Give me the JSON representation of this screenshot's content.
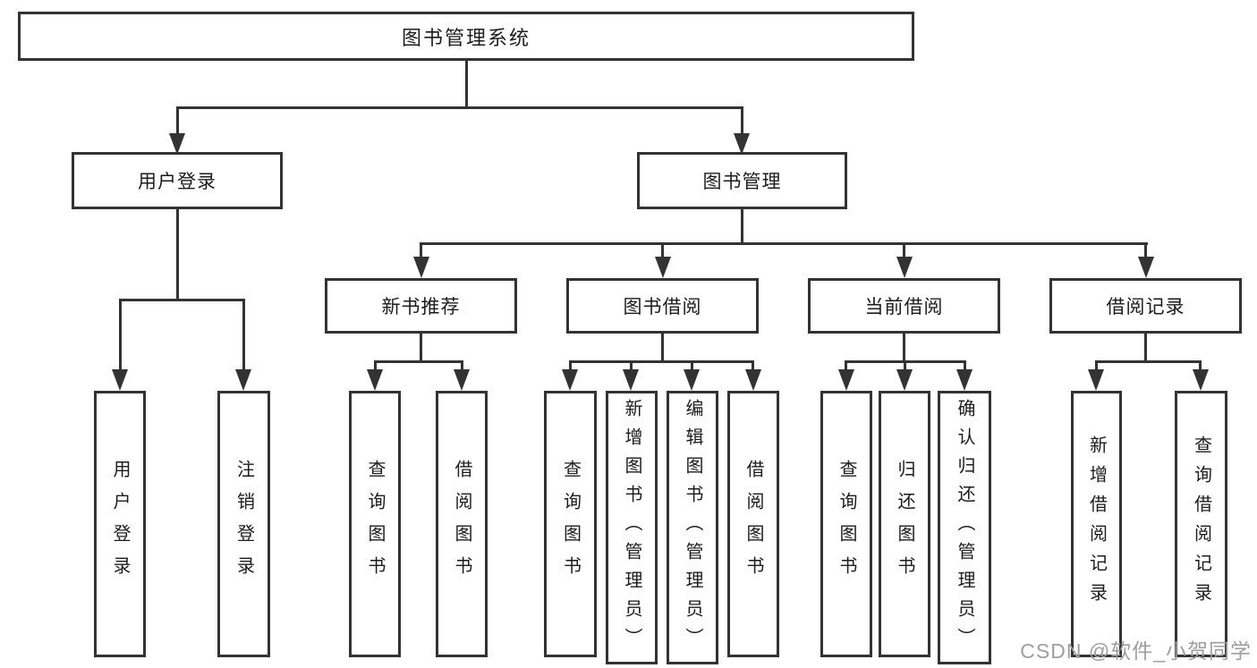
{
  "colors": {
    "line": "#333333",
    "box_border": "#333333",
    "text": "#1c1c1c",
    "watermark": "#9e9e9e",
    "background": "#ffffff"
  },
  "tree": {
    "root": {
      "label": "图书管理系统"
    },
    "branches": [
      {
        "label": "用户登录",
        "leaves": [
          {
            "label": "用户登录"
          },
          {
            "label": "注销登录"
          }
        ]
      },
      {
        "label": "图书管理",
        "groups": [
          {
            "label": "新书推荐",
            "leaves": [
              {
                "label": "查询图书"
              },
              {
                "label": "借阅图书"
              }
            ]
          },
          {
            "label": "图书借阅",
            "leaves": [
              {
                "label": "查询图书"
              },
              {
                "label": "新增图书（管理员）"
              },
              {
                "label": "编辑图书（管理员）"
              },
              {
                "label": "借阅图书"
              }
            ]
          },
          {
            "label": "当前借阅",
            "leaves": [
              {
                "label": "查询图书"
              },
              {
                "label": "归还图书"
              },
              {
                "label": "确认归还（管理员）"
              }
            ]
          },
          {
            "label": "借阅记录",
            "leaves": [
              {
                "label": "新增借阅记录"
              },
              {
                "label": "查询借阅记录"
              }
            ]
          }
        ]
      }
    ]
  },
  "watermark": {
    "text": "CSDN @软件_小贺同学"
  }
}
